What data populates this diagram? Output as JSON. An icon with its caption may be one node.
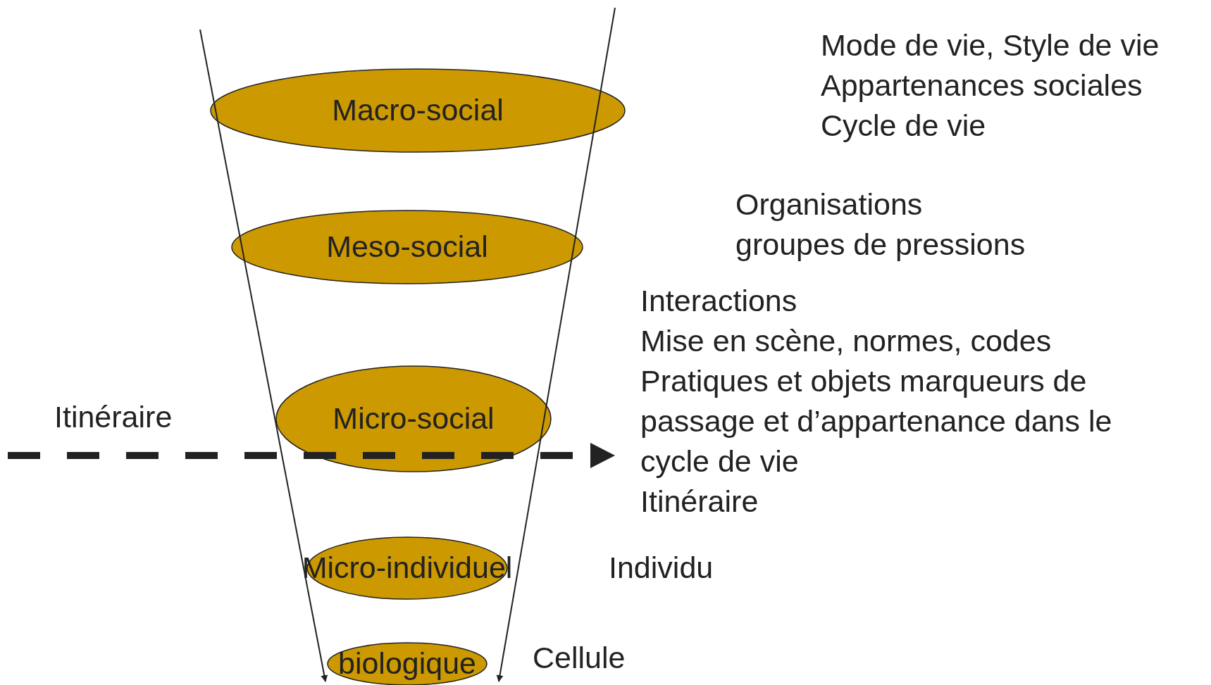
{
  "diagram": {
    "nodes": [
      {
        "text": [
          "Macro-social"
        ],
        "beside": [
          "Mode de vie, Style de vie",
          "Appartenances sociales",
          "Cycle de vie"
        ]
      },
      {
        "text": [
          "Meso-social"
        ],
        "beside": [
          "Organisations",
          "groupes de pressions"
        ]
      },
      {
        "text": [
          "Micro-social"
        ],
        "beside": [
          "Interactions",
          "Mise en scène, normes, codes",
          "Pratiques et objets marqueurs de passage et d’appartenance dans le cycle de vie",
          "Itinéraire"
        ]
      },
      {
        "text": [
          "Micro-individuel"
        ],
        "beside": [
          "Individu"
        ]
      },
      {
        "text": [
          "biologique"
        ],
        "beside": [
          "Cellule"
        ]
      }
    ],
    "labels": [
      "Itinéraire"
    ]
  }
}
